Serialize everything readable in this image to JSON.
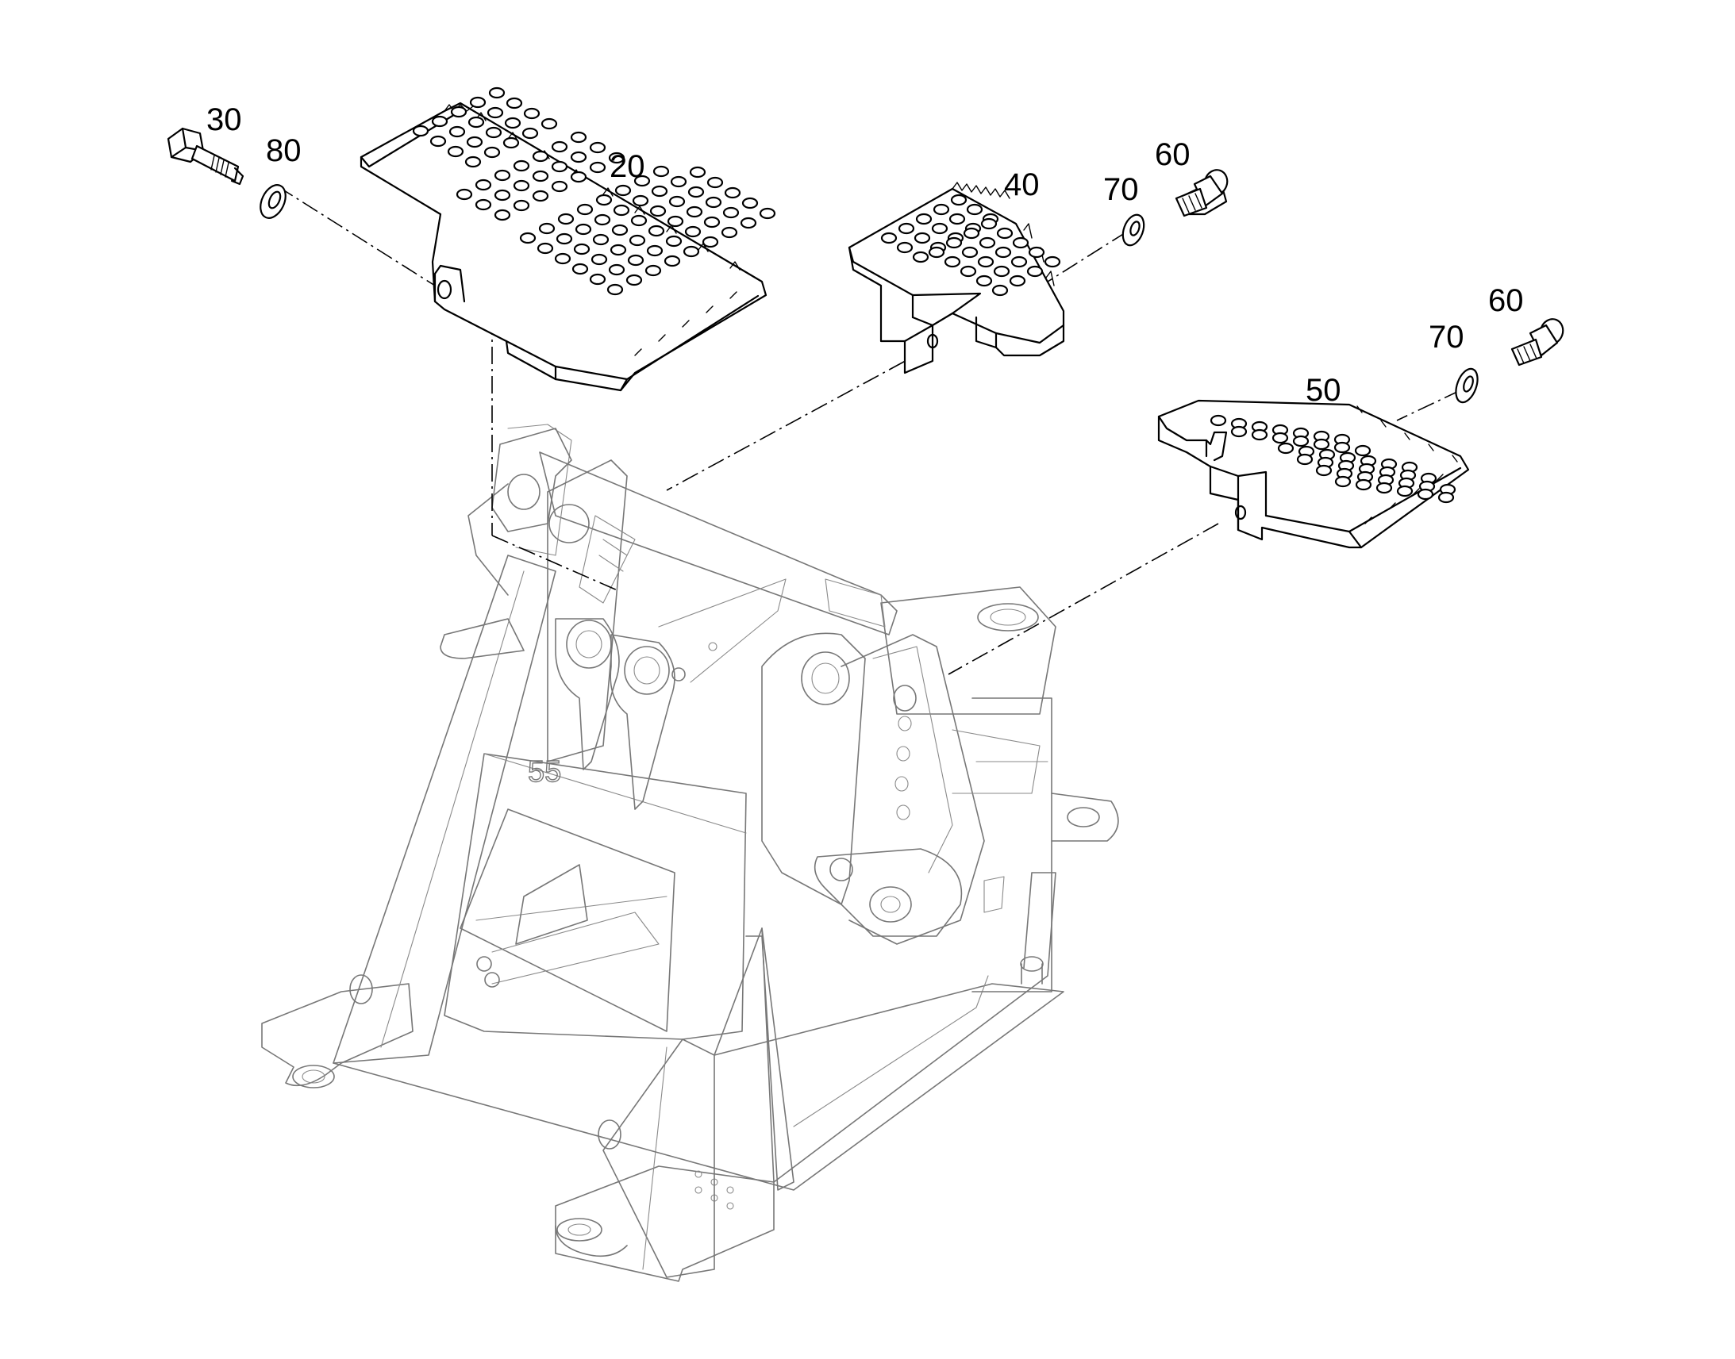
{
  "callouts": {
    "c30": "30",
    "c80": "80",
    "c20": "20",
    "c40": "40",
    "c70_upper": "70",
    "c60_upper": "60",
    "c70_lower": "70",
    "c60_lower": "60",
    "c50": "50"
  },
  "frame_marking": "55"
}
